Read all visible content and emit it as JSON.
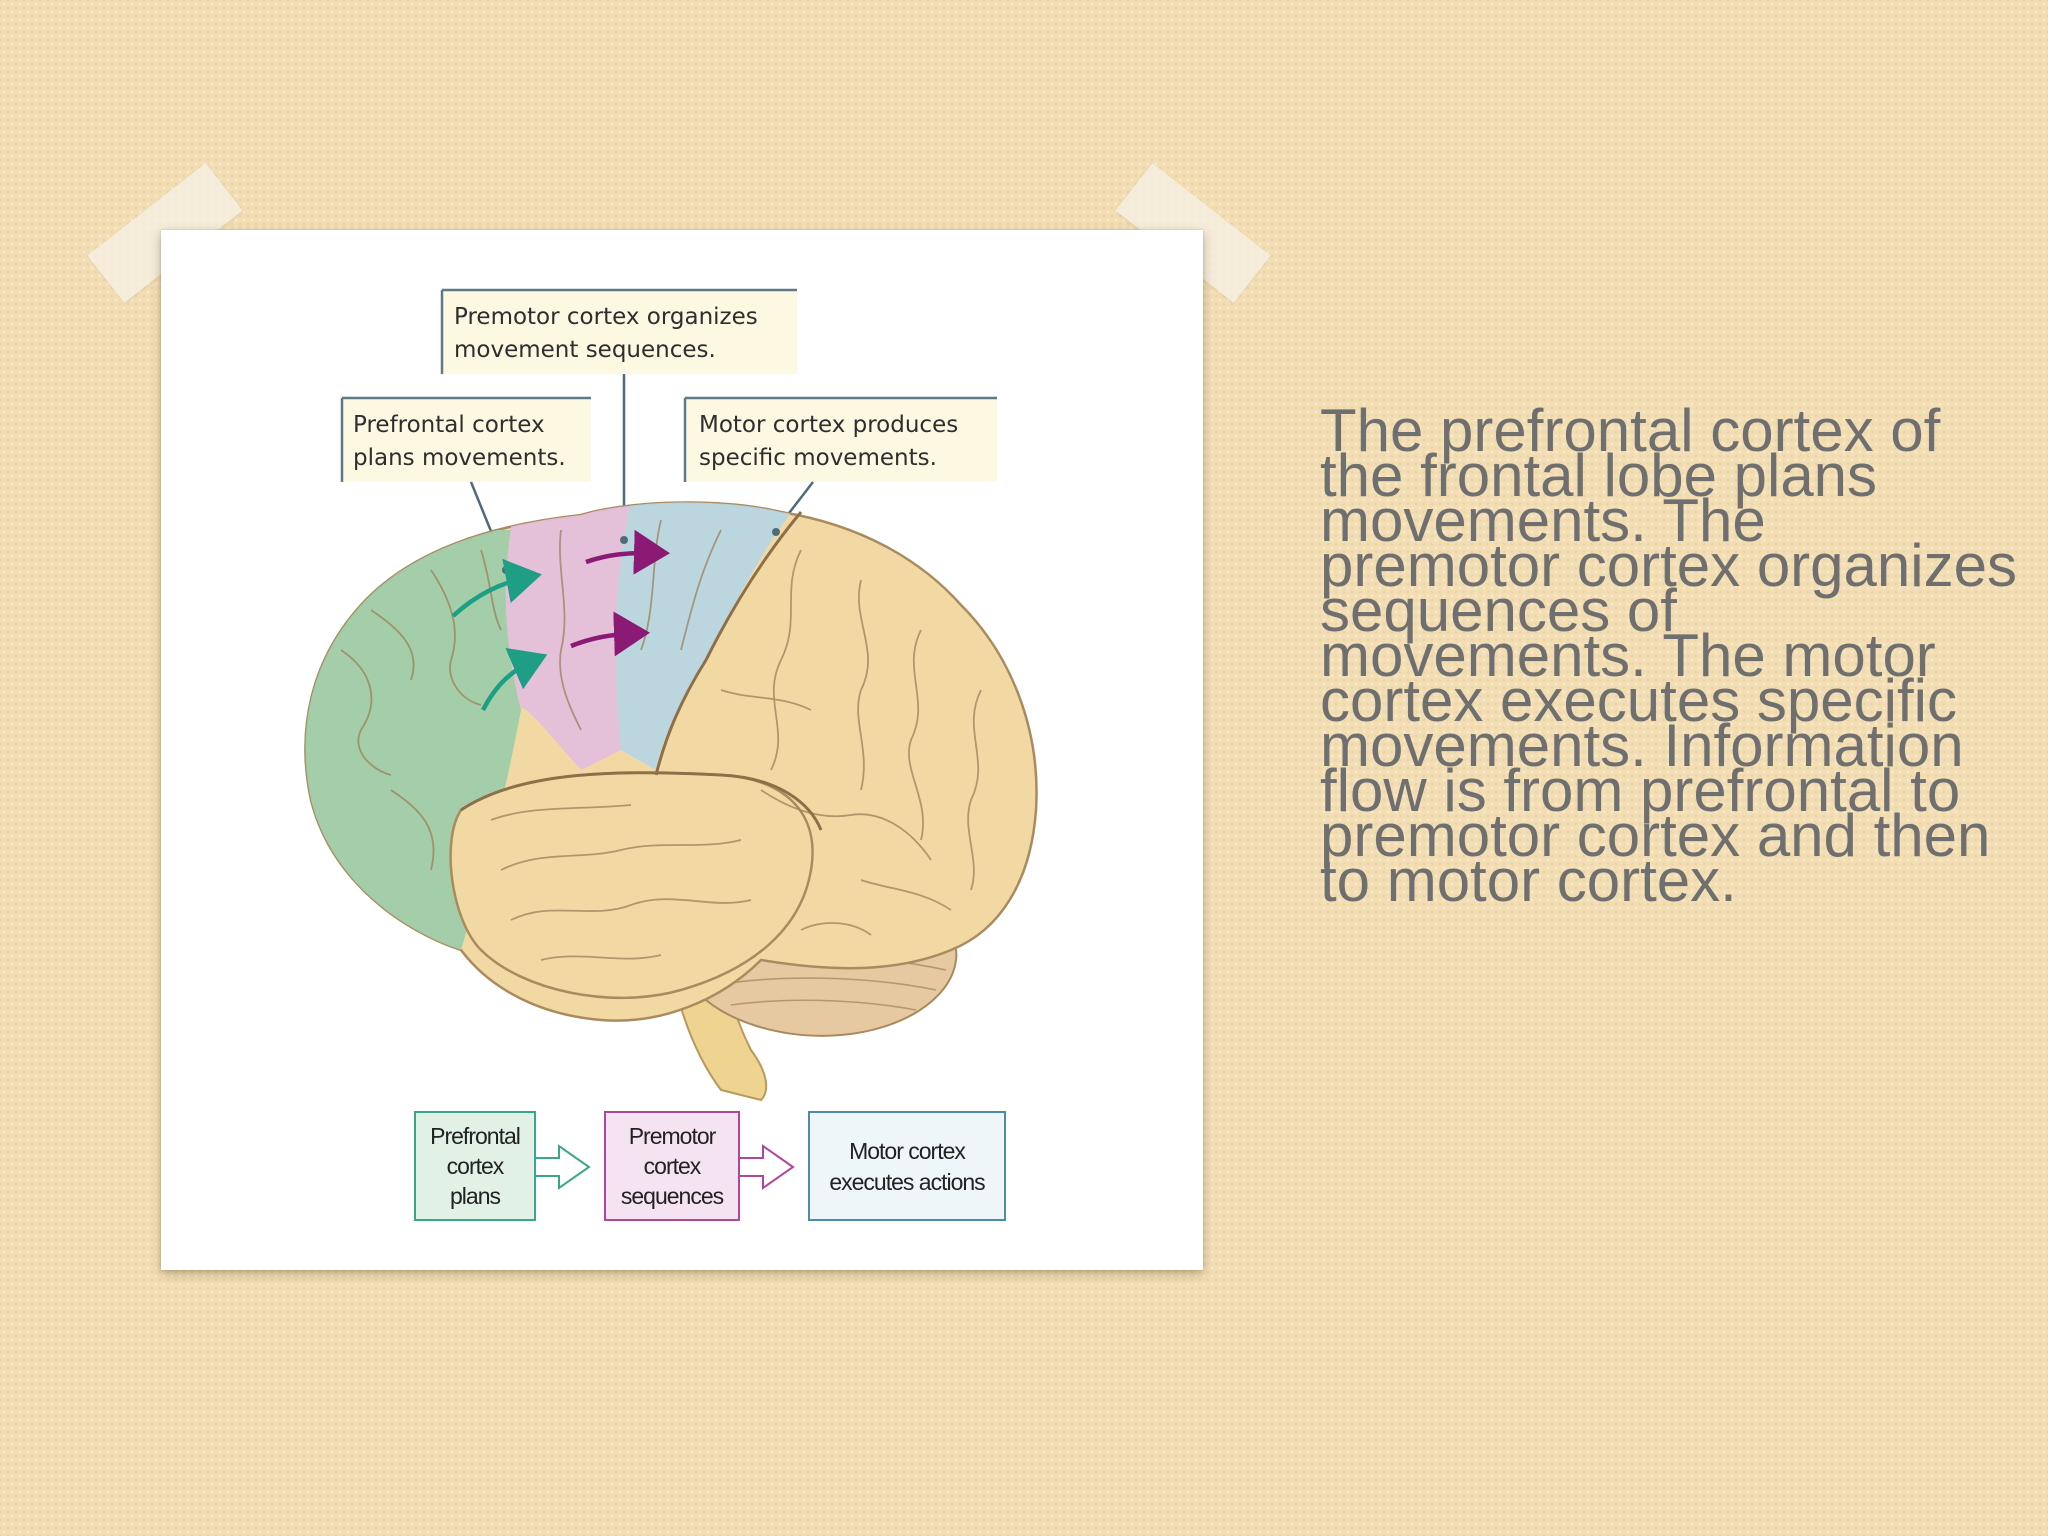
{
  "slide": {
    "body_text": "The prefrontal cortex of the frontal lobe plans movements. The premotor cortex organizes sequences of movements. The motor cortex executes specific movements. Information flow is from prefrontal to premotor cortex and then to motor cortex."
  },
  "diagram": {
    "callouts": {
      "premotor": [
        "Premotor cortex organizes",
        "movement sequences."
      ],
      "prefrontal": [
        "Prefrontal cortex",
        "plans movements."
      ],
      "motor": [
        "Motor cortex produces",
        "specific movements."
      ]
    },
    "flow_boxes": {
      "prefrontal": [
        "Prefrontal",
        "cortex",
        "plans"
      ],
      "premotor": [
        "Premotor",
        "cortex",
        "sequences"
      ],
      "motor": [
        "Motor cortex",
        "executes actions"
      ]
    }
  },
  "colors": {
    "background": "#f3deb4",
    "prefrontal_region": "#9fcdaa",
    "premotor_region": "#e4bfdc",
    "motor_region": "#b8d6e3",
    "brain_tan": "#f2d9a4",
    "text_gray": "#6f6f6f",
    "arrow_green": "#1f9e86",
    "arrow_purple": "#8a1a74"
  }
}
